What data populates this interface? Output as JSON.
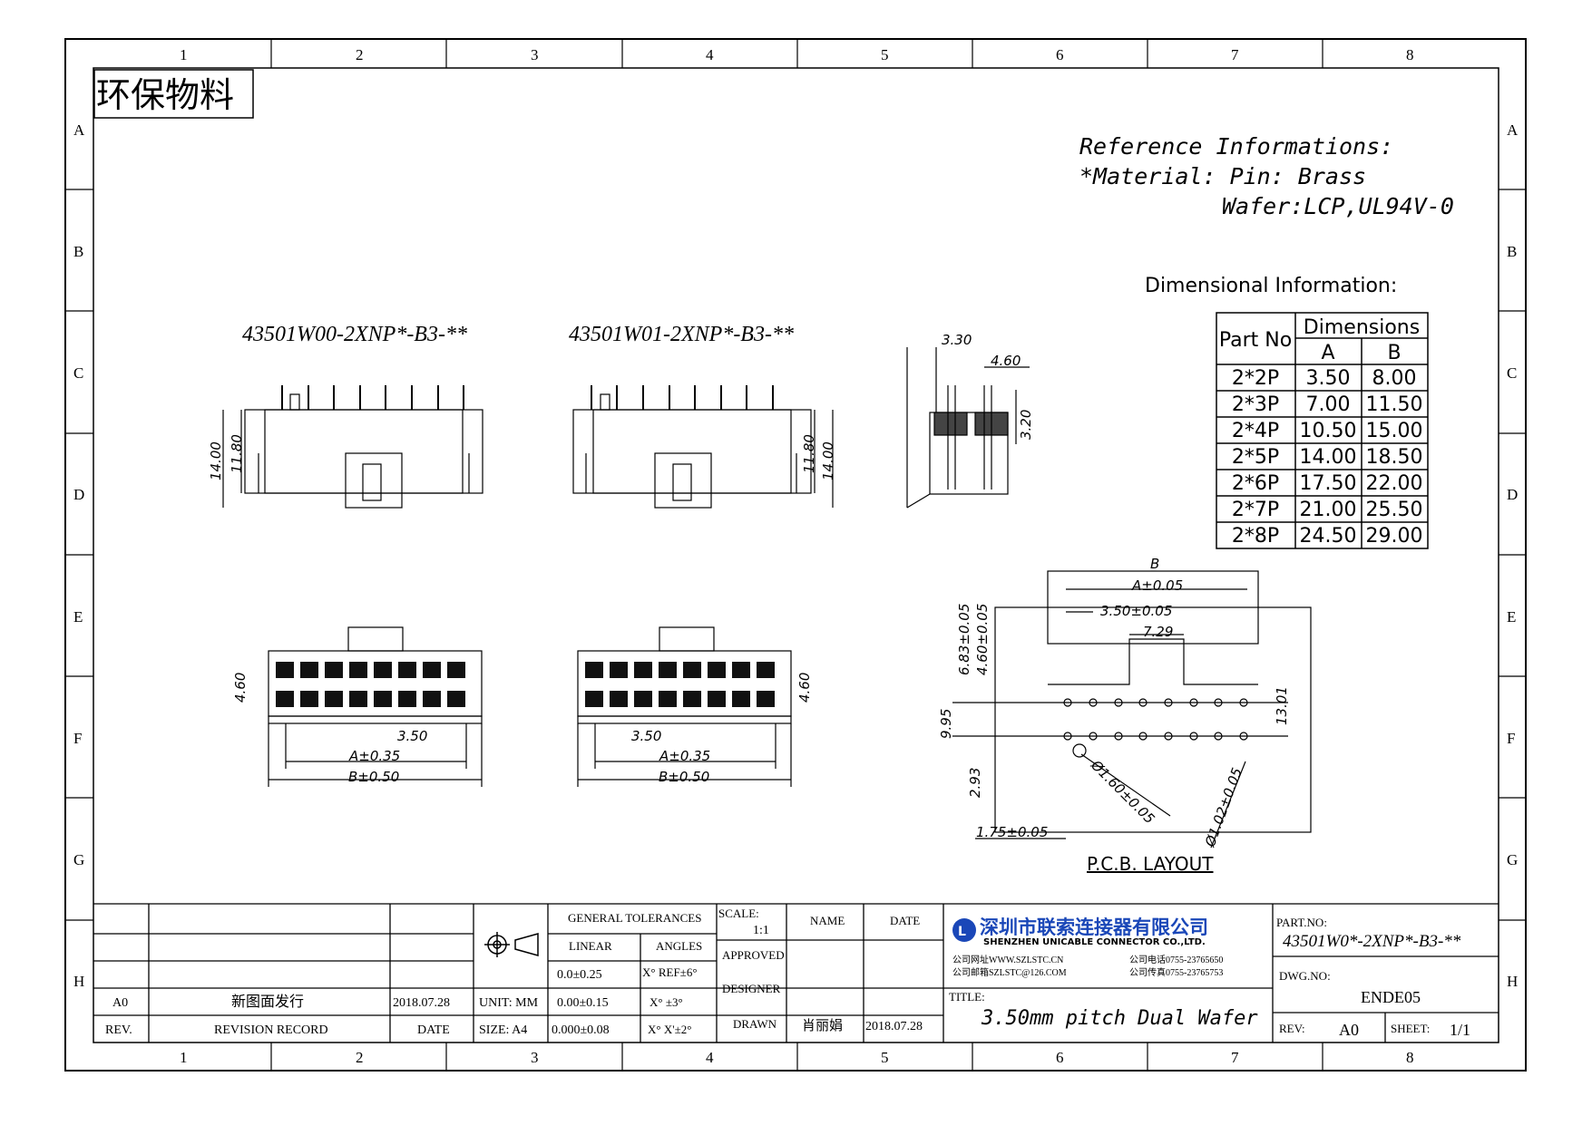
{
  "zone_cols": [
    "1",
    "2",
    "3",
    "4",
    "5",
    "6",
    "7",
    "8"
  ],
  "zone_rows": [
    "A",
    "B",
    "C",
    "D",
    "E",
    "F",
    "G",
    "H"
  ],
  "stamp": "环保物料",
  "reference": {
    "line1": "Reference Informations:",
    "line2": "*Material: Pin: Brass",
    "line3": "Wafer:LCP,UL94V-0"
  },
  "dim_info_title": "Dimensional Information:",
  "dim_table": {
    "col_part": "Part No",
    "col_dims": "Dimensions",
    "col_a": "A",
    "col_b": "B",
    "rows": [
      {
        "part": "2*2P",
        "a": "3.50",
        "b": "8.00"
      },
      {
        "part": "2*3P",
        "a": "7.00",
        "b": "11.50"
      },
      {
        "part": "2*4P",
        "a": "10.50",
        "b": "15.00"
      },
      {
        "part": "2*5P",
        "a": "14.00",
        "b": "18.50"
      },
      {
        "part": "2*6P",
        "a": "17.50",
        "b": "22.00"
      },
      {
        "part": "2*7P",
        "a": "21.00",
        "b": "25.50"
      },
      {
        "part": "2*8P",
        "a": "24.50",
        "b": "29.00"
      }
    ]
  },
  "views": {
    "left_title": "43501W00-2XNP*-B3-**",
    "right_title": "43501W01-2XNP*-B3-**",
    "dim_14": "14.00",
    "dim_1180": "11.80",
    "dim_460": "4.60",
    "dim_350": "3.50",
    "dim_a035": "A±0.35",
    "dim_b050": "B±0.50",
    "side_330": "3.30",
    "side_460": "4.60",
    "side_320": "3.20"
  },
  "pcb": {
    "b": "B",
    "a005": "A±0.05",
    "p350": "3.50±0.05",
    "w729": "7.29",
    "h683": "6.83±0.05",
    "h460": "4.60±0.05",
    "h995": "9.95",
    "h293": "2.93",
    "h1301": "13.01",
    "hole160": "Ø1.60±0.05",
    "hole102": "Ø1.02±0.05",
    "x175": "1.75±0.05",
    "caption": "P.C.B. LAYOUT"
  },
  "title_block": {
    "rev_a0": "A0",
    "rev_record_cn": "新图面发行",
    "rev_date_val": "2018.07.28",
    "rev_label": "REV.",
    "rev_record_label": "REVISION RECORD",
    "date_label": "DATE",
    "unit": "UNIT: MM",
    "size": "SIZE: A4",
    "gen_tol": "GENERAL TOLERANCES",
    "linear": "LINEAR",
    "angles": "ANGLES",
    "lin1": "0.0±0.25",
    "lin2": "0.00±0.15",
    "lin3": "0.000±0.08",
    "ang1": "X° REF±6°",
    "ang2": "X° ±3°",
    "ang3": "X° X'±2°",
    "scale_label": "SCALE:",
    "scale_val": "1:1",
    "approved": "APPROVED",
    "designer": "DESIGNER",
    "drawn": "DRAWN",
    "name_col": "NAME",
    "date_col": "DATE",
    "drawn_name": "肖丽娟",
    "drawn_date": "2018.07.28",
    "company_cn": "深圳市联索连接器有限公司",
    "company_en": "SHENZHEN UNICABLE CONNECTOR CO.,LTD.",
    "web": "公司网址WWW.SZLSTC.CN",
    "email": "公司邮箱SZLSTC@126.COM",
    "tel": "公司电话0755-23765650",
    "fax": "公司传真0755-23765753",
    "title_label": "TITLE:",
    "title_val": "3.50mm pitch Dual Wafer",
    "part_no_label": "PART.NO:",
    "part_no_val": "43501W0*-2XNP*-B3-**",
    "dwg_no_label": "DWG.NO:",
    "dwg_no_val": "ENDE05",
    "rev_label2": "REV:",
    "rev_val2": "A0",
    "sheet_label": "SHEET:",
    "sheet_val": "1/1"
  }
}
